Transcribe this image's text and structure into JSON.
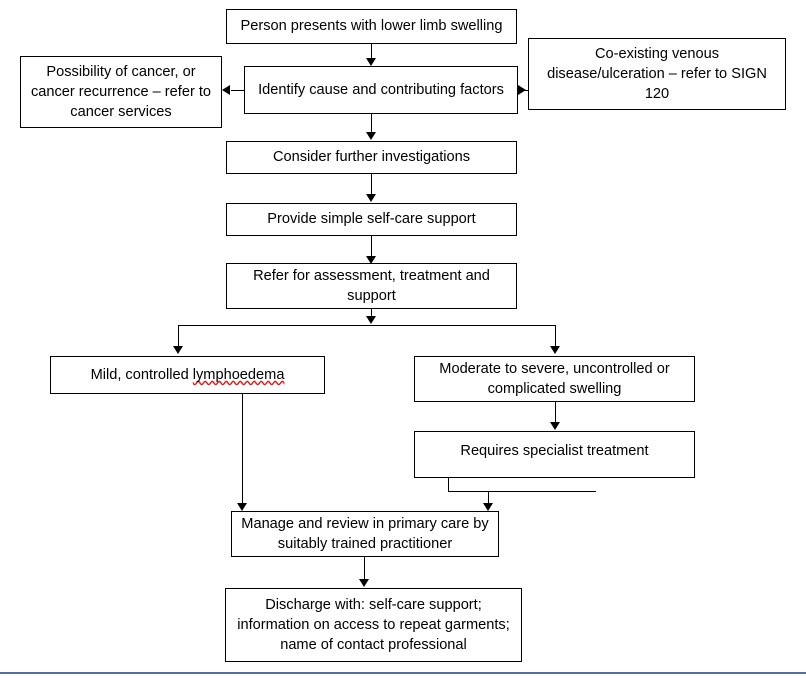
{
  "diagram": {
    "type": "flowchart",
    "title": "Lower limb swelling management pathway",
    "orientation": "top-to-bottom",
    "background_color": "#ffffff",
    "line_color": "#000000",
    "spellcheck_underline_color": "#e01b1b",
    "footer_rule_color": "#4f709e"
  },
  "nodes": {
    "start": {
      "id": "start",
      "label": "Person presents with lower limb swelling"
    },
    "identify": {
      "id": "identify",
      "label": "Identify cause and contributing factors"
    },
    "cancer": {
      "id": "cancer",
      "label": "Possibility of cancer, or cancer recurrence – refer to cancer services"
    },
    "venous": {
      "id": "venous",
      "label": "Co-existing venous disease/ulceration – refer to SIGN 120"
    },
    "investigations": {
      "id": "investigations",
      "label": "Consider further investigations"
    },
    "selfcare": {
      "id": "selfcare",
      "label": "Provide simple self-care support"
    },
    "refer": {
      "id": "refer",
      "label": "Refer for assessment, treatment and support"
    },
    "mild": {
      "id": "mild",
      "label_prefix": "Mild, controlled ",
      "label_misspelled": "lymphoedema"
    },
    "moderate": {
      "id": "moderate",
      "label": "Moderate to severe, uncontrolled or complicated swelling"
    },
    "specialist": {
      "id": "specialist",
      "label": "Requires specialist treatment"
    },
    "manage": {
      "id": "manage",
      "label": "Manage and review in primary care by suitably trained practitioner"
    },
    "discharge": {
      "id": "discharge",
      "label": "Discharge with: self-care support; information on access to repeat garments; name of contact professional"
    }
  },
  "edges": [
    {
      "from": "start",
      "to": "identify",
      "direction": "down"
    },
    {
      "from": "identify",
      "to": "cancer",
      "direction": "left"
    },
    {
      "from": "identify",
      "to": "venous",
      "direction": "right"
    },
    {
      "from": "identify",
      "to": "investigations",
      "direction": "down"
    },
    {
      "from": "investigations",
      "to": "selfcare",
      "direction": "down"
    },
    {
      "from": "selfcare",
      "to": "refer",
      "direction": "down"
    },
    {
      "from": "refer",
      "to": "mild",
      "direction": "down-split-left"
    },
    {
      "from": "refer",
      "to": "moderate",
      "direction": "down-split-right"
    },
    {
      "from": "moderate",
      "to": "specialist",
      "direction": "down"
    },
    {
      "from": "mild",
      "to": "manage",
      "direction": "down"
    },
    {
      "from": "specialist",
      "to": "manage",
      "direction": "down-elbow-left"
    },
    {
      "from": "manage",
      "to": "discharge",
      "direction": "down"
    }
  ]
}
